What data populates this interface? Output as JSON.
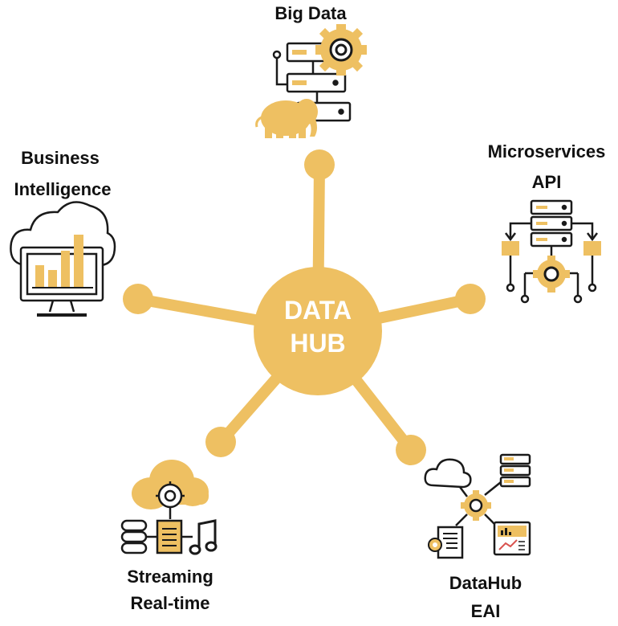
{
  "hub": {
    "line1": "DATA",
    "line2": "HUB"
  },
  "nodes": {
    "big_data": {
      "label1": "Big Data"
    },
    "business_intelligence": {
      "label1": "Business",
      "label2": "Intelligence"
    },
    "microservices_api": {
      "label1": "Microservices",
      "label2": "API"
    },
    "streaming": {
      "label1": "Streaming",
      "label2": "Real-time"
    },
    "datahub_eai": {
      "label1": "DataHub",
      "label2": "EAI"
    }
  },
  "colors": {
    "accent": "#eec062",
    "stroke": "#1a1a1a",
    "text": "#111111"
  }
}
